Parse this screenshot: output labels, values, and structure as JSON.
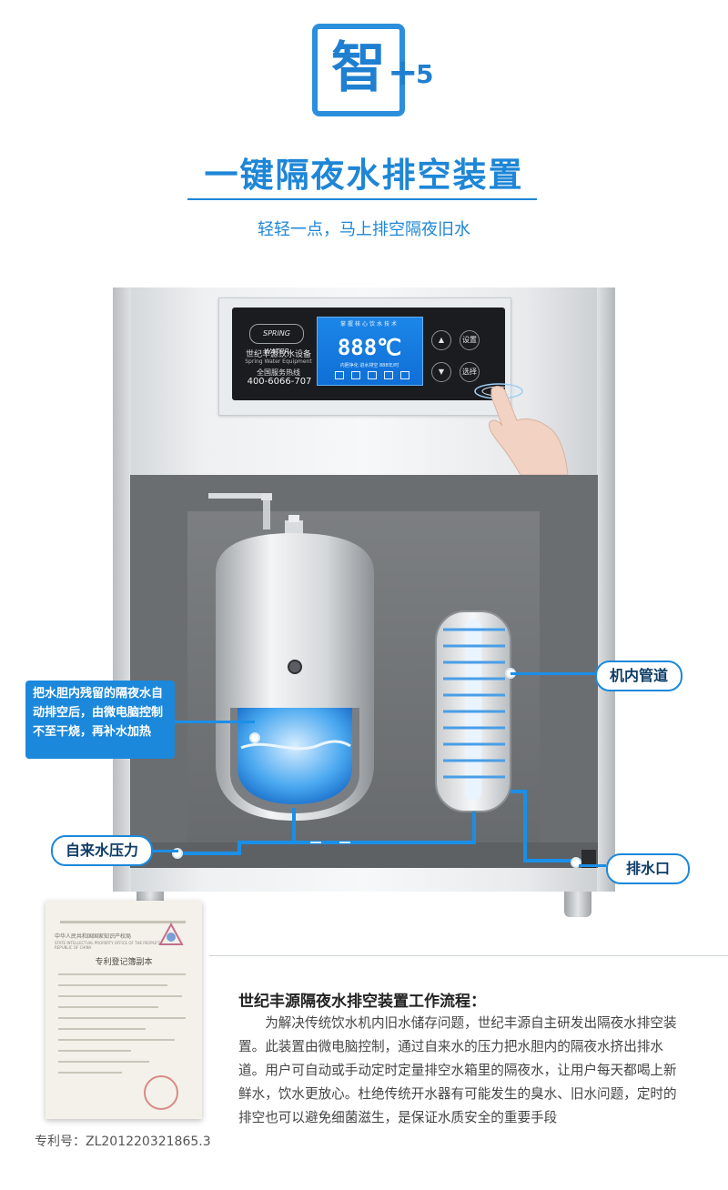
{
  "header": {
    "badge_char": "智",
    "badge_plus": "+",
    "badge_number": "5",
    "title": "一键隔夜水排空装置",
    "subtitle": "轻轻一点，马上排空隔夜旧水"
  },
  "panel": {
    "brand_logo": "SPRING WATER",
    "brand_name": "世纪丰源饮水设备",
    "brand_en": "Spring Water Equipment",
    "hotline_label": "全国服务热线",
    "hotline": "400-6066-707",
    "lcd_top": "掌握核心饮水技术",
    "lcd_temp": "888℃",
    "lcd_row": "内胆净化  进水排空  888年/时",
    "btn_up": "",
    "btn_set": "设置",
    "btn_down": "",
    "btn_select": "选择"
  },
  "callouts": {
    "left_text": "把水胆内残留的隔夜水自动排空后，由微电脑控制不至干烧，再补水加热",
    "pipe": "机内管道",
    "tap_pressure": "自来水压力",
    "drain": "排水口"
  },
  "certificate": {
    "header_cn": "中华人民共和国国家知识产权局",
    "header_en": "STATE INTELLECTUAL PROPERTY OFFICE OF THE PEOPLE'S REPUBLIC OF CHINA",
    "title": "专利登记簿副本",
    "patent_number": "专利号：ZL201220321865.3"
  },
  "process": {
    "title": "世纪丰源隔夜水排空装置工作流程：",
    "body": "为解决传统饮水机内旧水储存问题，世纪丰源自主研发出隔夜水排空装置。此装置由微电脑控制，通过自来水的压力把水胆内的隔夜水挤出排水道。用户可自动或手动定时定量排空水箱里的隔夜水，让用户每天都喝上新鲜水，饮水更放心。杜绝传统开水器有可能发生的臭水、旧水问题，定时的排空也可以避免细菌滋生，是保证水质安全的重要手段"
  },
  "colors": {
    "accent": "#1e86d6",
    "water": "#1a8fe8",
    "cabinet": "#eef0f1",
    "chamber": "#6b6e71"
  }
}
